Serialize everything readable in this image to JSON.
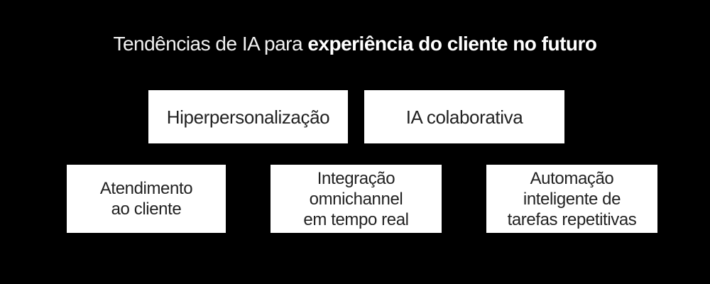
{
  "title": {
    "prefix": "Tendências de IA para ",
    "emphasis": "experiência do cliente no futuro"
  },
  "cards": [
    {
      "id": "hiperpersonalizacao",
      "label": "Hiperpersonalização"
    },
    {
      "id": "ia-colaborativa",
      "label": "IA colaborativa"
    },
    {
      "id": "atendimento-ao-cliente",
      "label": "Atendimento\nao cliente"
    },
    {
      "id": "integracao-omnichannel",
      "label": "Integração\nomnichannel\nem tempo real"
    },
    {
      "id": "automacao-inteligente",
      "label": "Automação\ninteligente de\ntarefas repetitivas"
    }
  ],
  "colors": {
    "background": "#000000",
    "card_background": "#ffffff",
    "card_text": "#222222",
    "title_text": "#f2f2f2",
    "title_emphasis_text": "#ffffff"
  }
}
